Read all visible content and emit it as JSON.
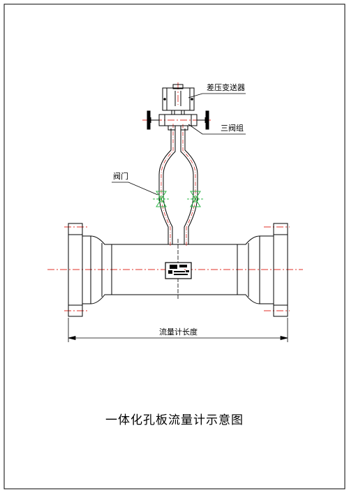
{
  "labels": {
    "transmitter": "差压变送器",
    "manifold": "三阀组",
    "valve": "阀门",
    "length": "流量计长度"
  },
  "title": "一体化孔板流量计示意图"
}
